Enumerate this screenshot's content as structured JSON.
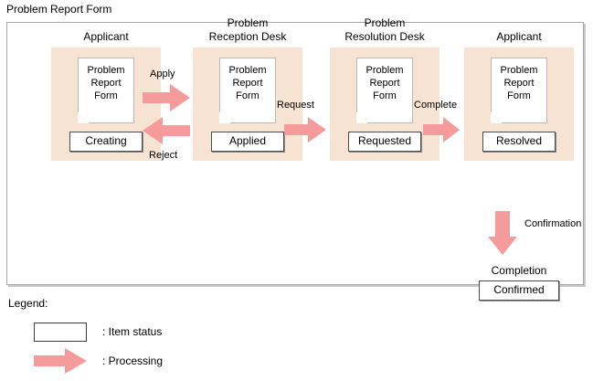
{
  "title": "Problem Report Form",
  "colors": {
    "panel_background": "#f7e3d1",
    "arrow": "#f59b9b",
    "frame_border": "#a6a6a6",
    "status_border": "#4d4d4d",
    "document_background": "#ffffff"
  },
  "document": {
    "label": "Problem\nReport\nForm"
  },
  "columns": [
    {
      "id": "applicant-creating",
      "title": "Applicant",
      "status": "Creating"
    },
    {
      "id": "problem-reception-desk",
      "title": "Problem\nReception Desk",
      "status": "Applied"
    },
    {
      "id": "problem-resolution-desk",
      "title": "Problem\nResolution Desk",
      "status": "Requested"
    },
    {
      "id": "applicant-resolved",
      "title": "Applicant",
      "status": "Resolved"
    }
  ],
  "transitions": [
    {
      "id": "apply",
      "label": "Apply",
      "direction": "right"
    },
    {
      "id": "reject",
      "label": "Reject",
      "direction": "left"
    },
    {
      "id": "request",
      "label": "Request",
      "direction": "right"
    },
    {
      "id": "complete",
      "label": "Complete",
      "direction": "right"
    },
    {
      "id": "confirmation",
      "label": "Confirmation",
      "direction": "down"
    }
  ],
  "completion": {
    "label": "Completion",
    "status": "Confirmed"
  },
  "legend": {
    "title": "Legend:",
    "items": [
      {
        "id": "item-status",
        "symbol": "box",
        "text": ": Item status"
      },
      {
        "id": "processing",
        "symbol": "arrow",
        "text": ": Processing"
      }
    ]
  }
}
